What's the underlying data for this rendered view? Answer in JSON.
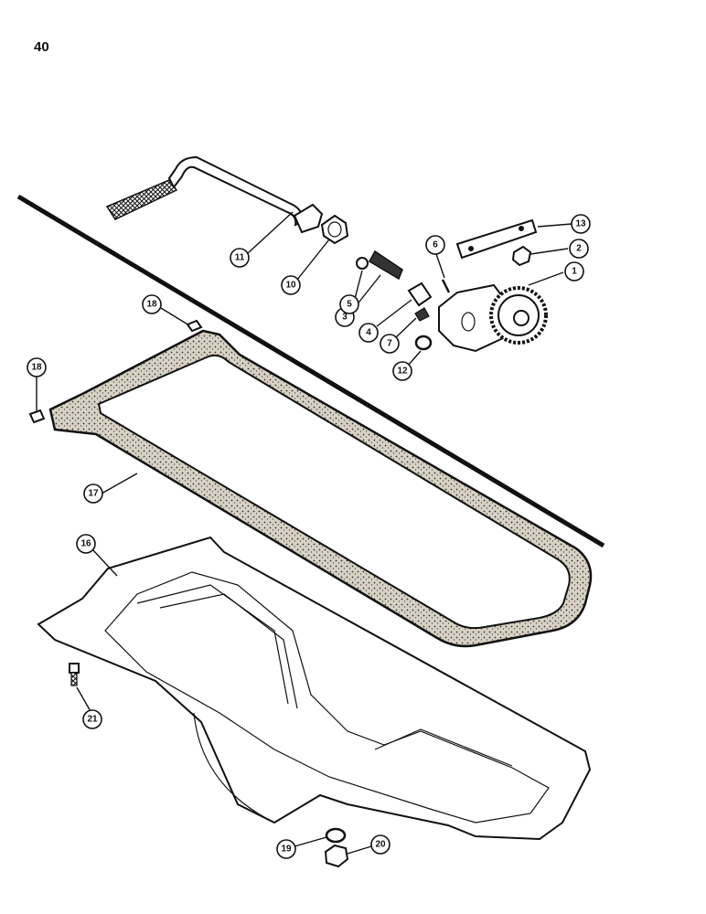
{
  "page": {
    "number": "40"
  },
  "callouts": [
    "1",
    "2",
    "3",
    "4",
    "5",
    "6",
    "7",
    "10",
    "11",
    "12",
    "13",
    "16",
    "17",
    "18",
    "18",
    "19",
    "20",
    "21"
  ],
  "colors": {
    "ink": "#111111",
    "paper": "#ffffff",
    "gasket": "#c9c3b6"
  }
}
